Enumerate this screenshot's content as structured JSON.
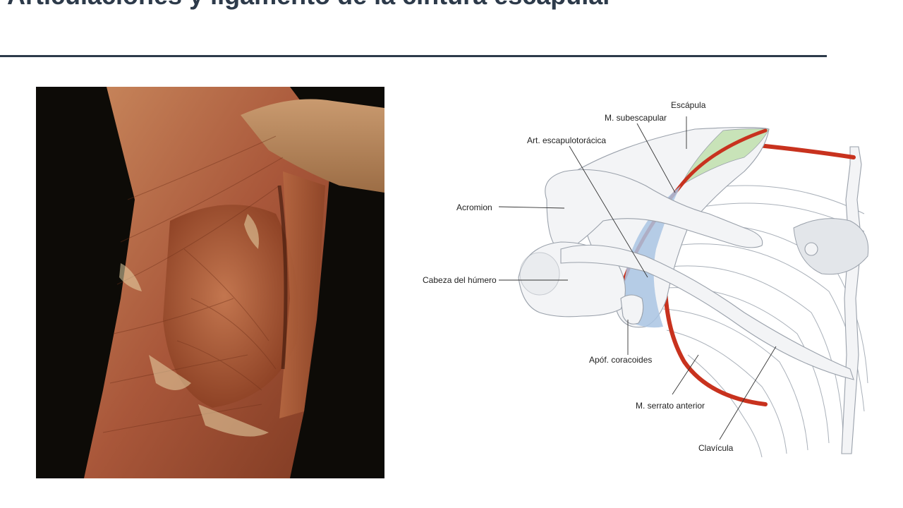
{
  "slide": {
    "title": "Articulaciones y ligamento de la cintura escapular"
  },
  "diagram": {
    "labels": {
      "escapula": "Escápula",
      "subescapular": "M. subescapular",
      "escapulotoracica": "Art. escapulotorácica",
      "acromion": "Acromion",
      "cabeza_humero": "Cabeza del húmero",
      "coracoides": "Apóf. coracoides",
      "serrato": "M. serrato anterior",
      "clavicula": "Clavícula"
    },
    "colors": {
      "muscle_red": "#c8321e",
      "joint_blue": "#a9c4e3",
      "subscapular_green": "#c8e3b8",
      "bone_fill": "#f3f4f6"
    }
  }
}
